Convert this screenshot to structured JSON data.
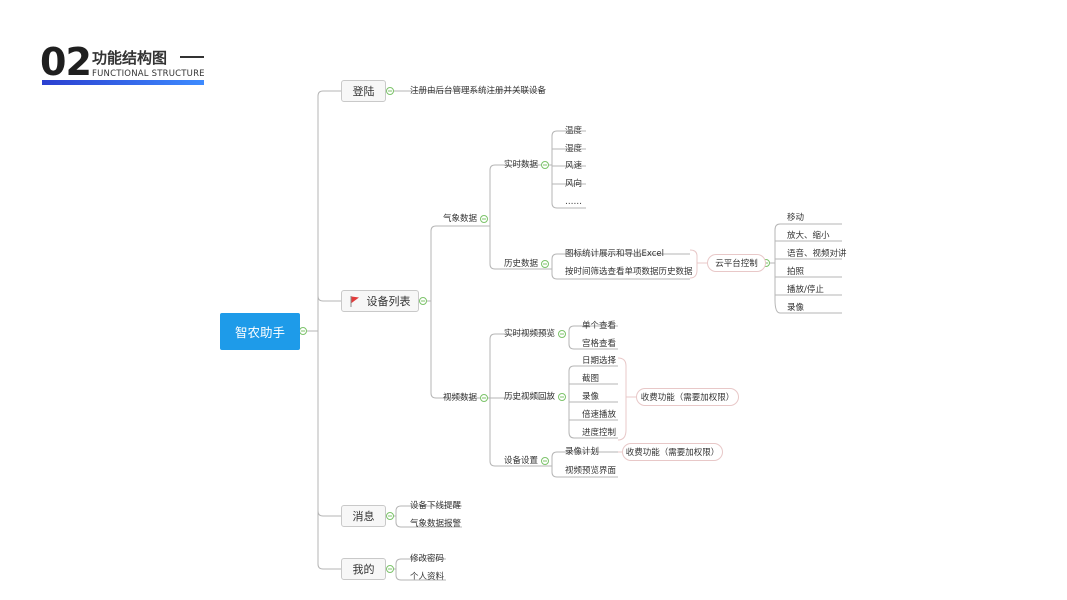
{
  "header": {
    "number": "02",
    "title": "功能结构图",
    "subtitle": "FUNCTIONAL STRUCTURE"
  },
  "root": "智农助手",
  "level1": {
    "login": "登陆",
    "device_list": "设备列表",
    "message": "消息",
    "mine": "我的"
  },
  "login": {
    "items": [
      "注册由后台管理系统注册并关联设备"
    ]
  },
  "weather": {
    "label": "气象数据",
    "realtime": {
      "label": "实时数据",
      "items": [
        "温度",
        "湿度",
        "风速",
        "风向",
        "……"
      ]
    },
    "history": {
      "label": "历史数据",
      "items": [
        "图标统计展示和导出Excel",
        "按时间筛选查看单项数据历史数据"
      ]
    },
    "cloud": {
      "label": "云平台控制",
      "items": [
        "移动",
        "放大、缩小",
        "语音、视频对讲",
        "拍照",
        "播放/停止",
        "录像"
      ]
    }
  },
  "video": {
    "label": "视频数据",
    "live": {
      "label": "实时视频预览",
      "items": [
        "单个查看",
        "宫格查看"
      ]
    },
    "playback": {
      "label": "历史视频回放",
      "items": [
        "日期选择",
        "截图",
        "录像",
        "倍速播放",
        "进度控制"
      ],
      "paid_note": "收费功能（需要加权限）"
    },
    "settings": {
      "label": "设备设置",
      "items": [
        "录像计划",
        "视频预览界面"
      ],
      "paid_note": "收费功能（需要加权限）"
    }
  },
  "message": {
    "items": [
      "设备下线提醒",
      "气象数据报警"
    ]
  },
  "mine": {
    "items": [
      "修改密码",
      "个人资料"
    ]
  },
  "colors": {
    "root_fill": "#1e9be9",
    "accent_bar_start": "#2b3fd0",
    "accent_bar_end": "#3d8bff",
    "connector": "#b5b5b5",
    "collapse_toggle": "#7cc36a",
    "paid_bracket": "#e8c8c8",
    "flag": "#e23b3b"
  }
}
